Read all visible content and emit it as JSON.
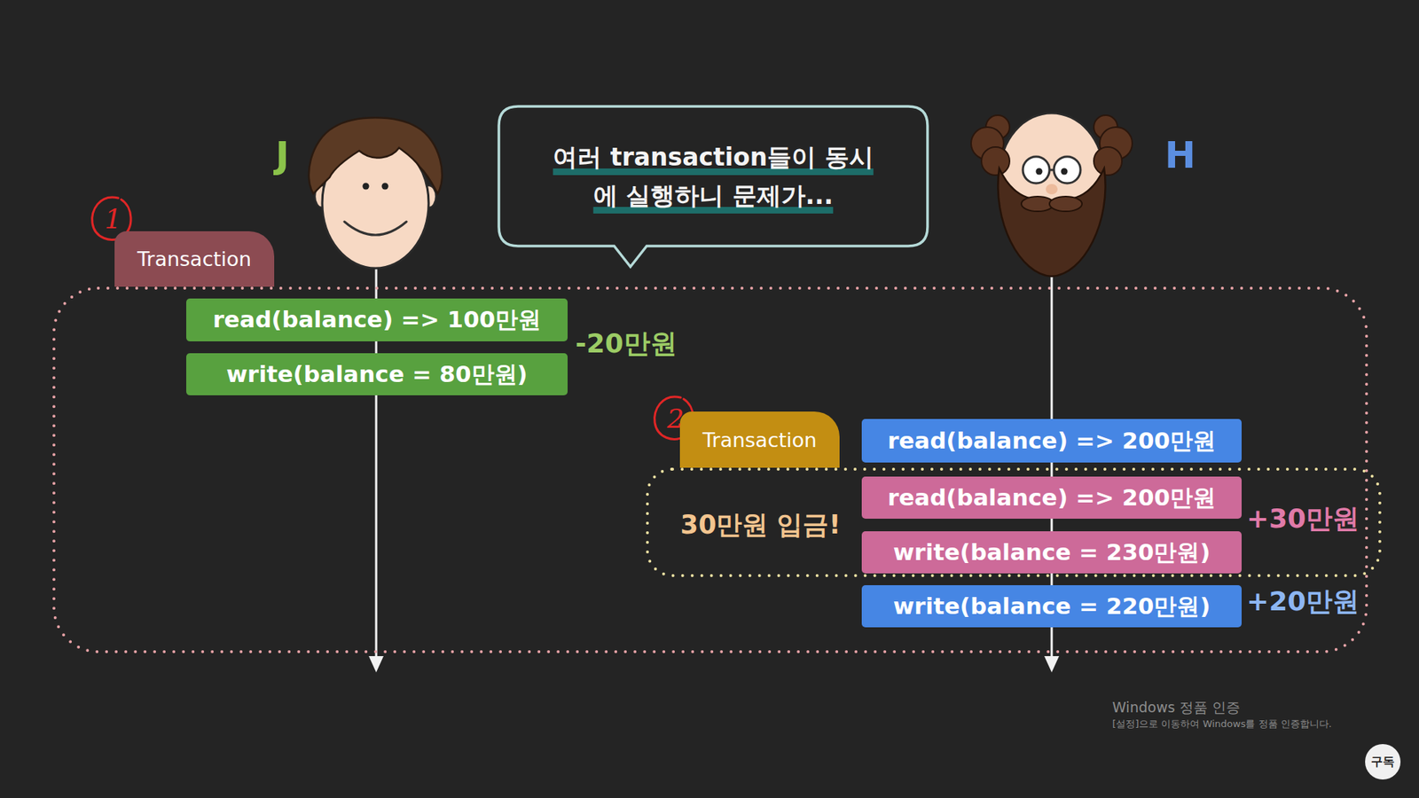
{
  "diagram": {
    "nodes": [
      {
        "text": [
          "여러 transaction들이 동시에 실행하니 문제가..."
        ]
      },
      {
        "text": [
          "Transaction"
        ]
      },
      {
        "text": [
          "read(balance) => 100만원"
        ],
        "in": 1
      },
      {
        "text": [
          "write(balance = 80만원)"
        ],
        "in": 1
      },
      {
        "text": [
          "read(balance) => 200만원"
        ],
        "in": 1
      },
      {
        "text": [
          "Transaction",
          "30만원 입금!"
        ],
        "in": 1
      },
      {
        "text": [
          "read(balance) => 200만원"
        ],
        "in": 5
      },
      {
        "text": [
          "write(balance = 230만원)"
        ],
        "in": 5
      },
      {
        "text": [
          "write(balance = 220만원)"
        ],
        "in": 1
      }
    ],
    "labels": [
      "J",
      "H",
      "1",
      "2",
      "-20만원",
      "+30만원",
      "+20만원",
      "Windows 정품 인증",
      "[설정]으로 이동하여 Windows를 정품 인증합니다.",
      "구독"
    ]
  }
}
